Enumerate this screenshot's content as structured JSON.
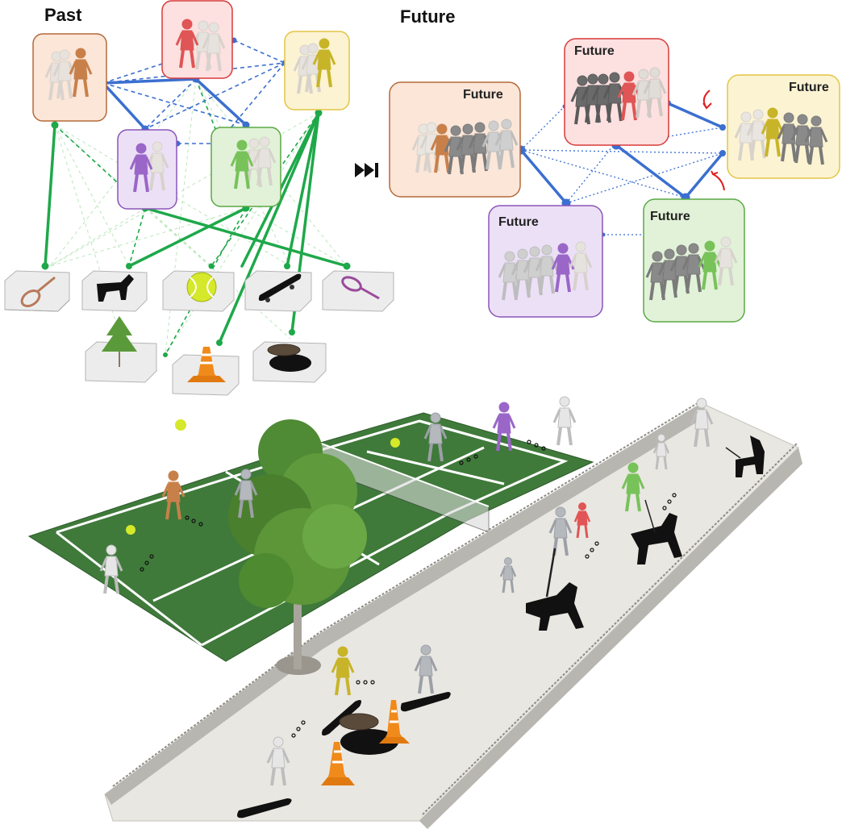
{
  "headings": {
    "past": "Past",
    "future": "Future"
  },
  "future_nodes": {
    "orange": "Future",
    "red": "Future",
    "yellow": "Future",
    "purple": "Future",
    "green": "Future"
  },
  "colors": {
    "orange": "#c8804a",
    "red": "#e05555",
    "yellow": "#c8b428",
    "purple": "#9a66c8",
    "green": "#78c25a",
    "human_edge": "#3b6fd0",
    "object_edge": "#1fa84a",
    "court": "#3f7a3a",
    "path": "#e9e7e2"
  },
  "icons": [
    "tennis-racket",
    "dog",
    "tennis-ball",
    "skateboard",
    "tennis-racket",
    "tree",
    "traffic-cone",
    "manhole"
  ]
}
